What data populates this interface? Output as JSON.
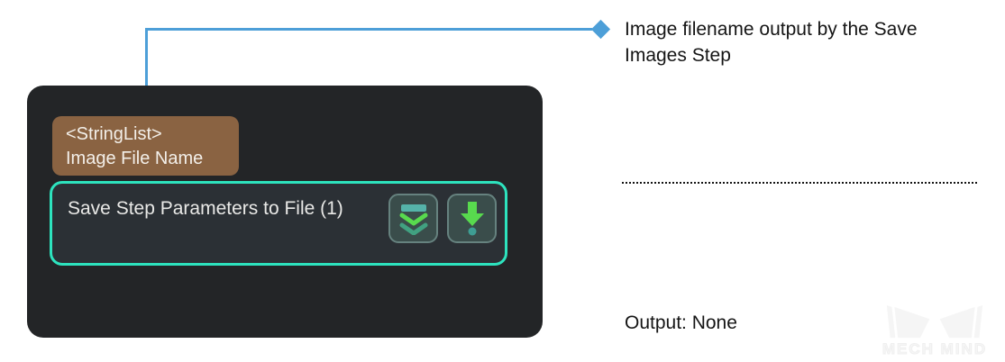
{
  "colors": {
    "connector_blue": "#4d9fd8",
    "panel_background": "#232527",
    "tag_brown": "#8a6342",
    "node_border_teal": "#2de3be",
    "node_background": "#2b3035",
    "icon_bright_green": "#58da4e",
    "icon_teal": "#55b3a9",
    "icon_dim_teal": "#41a181"
  },
  "callout": {
    "lines": [
      "Image filename output by the Save",
      "Images Step"
    ]
  },
  "panel": {
    "tag": {
      "type": "<StringList>",
      "name": "Image File Name"
    },
    "node": {
      "title": "Save Step Parameters to File (1)"
    }
  },
  "output_label": "Output: None",
  "watermark": "MECH MIND"
}
